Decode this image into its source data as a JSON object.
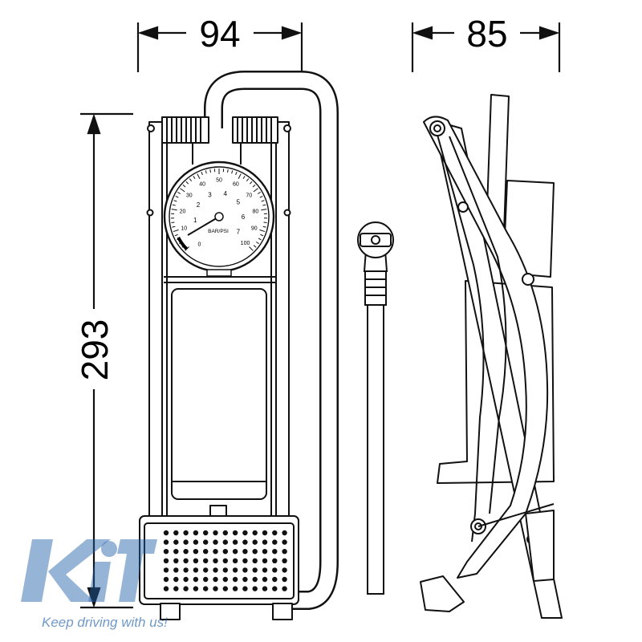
{
  "dimensions": {
    "front_width": "94",
    "side_width": "85",
    "height": "293"
  },
  "gauge": {
    "unit_label": "BAR/PSI",
    "psi_ticks": [
      "10",
      "20",
      "30",
      "40",
      "50",
      "60",
      "70",
      "80",
      "90",
      "100"
    ],
    "bar_ticks": [
      "1",
      "2",
      "3",
      "4",
      "5",
      "6",
      "7"
    ],
    "zero_label": "0"
  },
  "watermark": {
    "logo": "KiT",
    "tagline": "Keep driving with us!",
    "color": "#1f5fa8"
  },
  "colors": {
    "line": "#111111",
    "fill": "#ffffff",
    "gauge_accent": "#000000"
  }
}
